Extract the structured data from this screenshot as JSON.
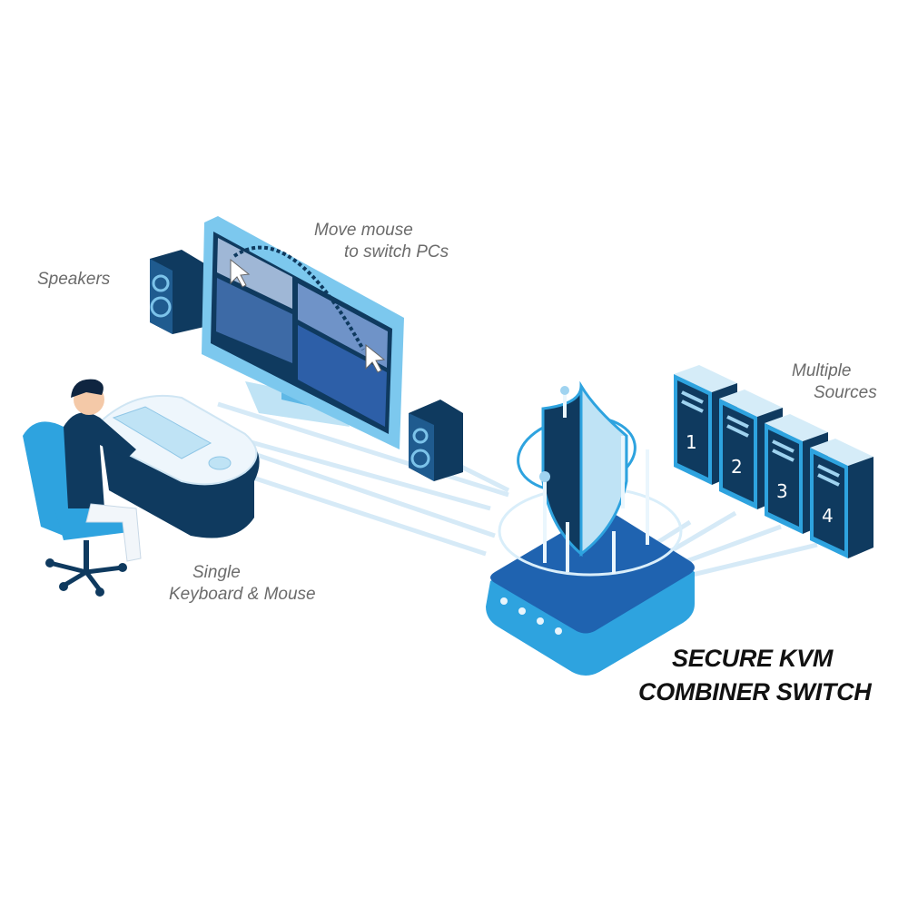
{
  "labels": {
    "speakers": "Speakers",
    "move_mouse_line1": "Move mouse",
    "move_mouse_line2": "to switch PCs",
    "sources_line1": "Multiple",
    "sources_line2": "Sources",
    "input_line1": "Single",
    "input_line2": "Keyboard & Mouse"
  },
  "title": {
    "line1": "SECURE KVM",
    "line2": "COMBINER SWITCH"
  },
  "servers": [
    "1",
    "2",
    "3",
    "4"
  ],
  "colors": {
    "dark_navy": "#0f3a5f",
    "mid_blue": "#1f63b0",
    "bright_blue": "#2ea3df",
    "light_blue": "#bfe3f5",
    "cable": "#d4e9f6"
  }
}
